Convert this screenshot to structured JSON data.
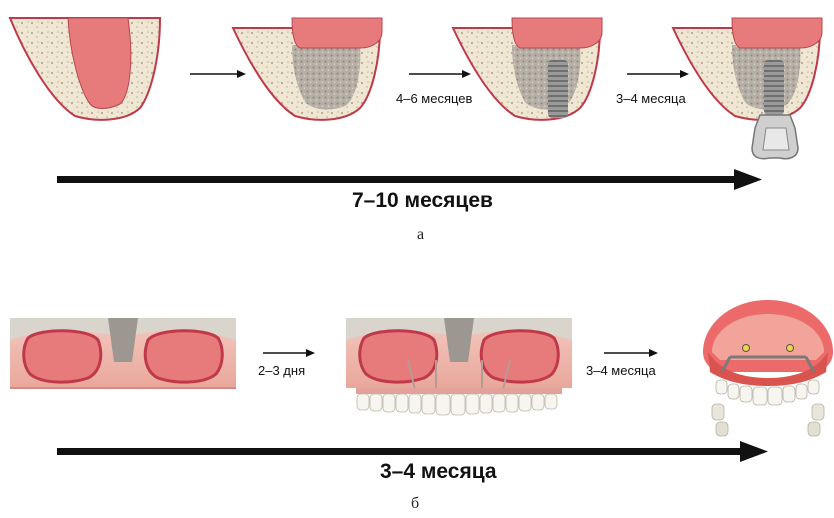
{
  "part_a": {
    "step1": "4–6 месяцев",
    "step2": "3–4 месяца",
    "total": "7–10 месяцев",
    "caption": "а"
  },
  "part_b": {
    "step1": "2–3 дня",
    "step2": "3–4 месяца",
    "total": "3–4 месяца",
    "caption": "б"
  },
  "colors": {
    "socket_pink": "#e77b7b",
    "gum_outline": "#c0394a",
    "bone_beige": "#efe6d3",
    "bone_speckle": "#b8a98a",
    "graft_gray": "#a9a39b",
    "implant_gray": "#8e8e8e",
    "arrow": "#111111"
  }
}
